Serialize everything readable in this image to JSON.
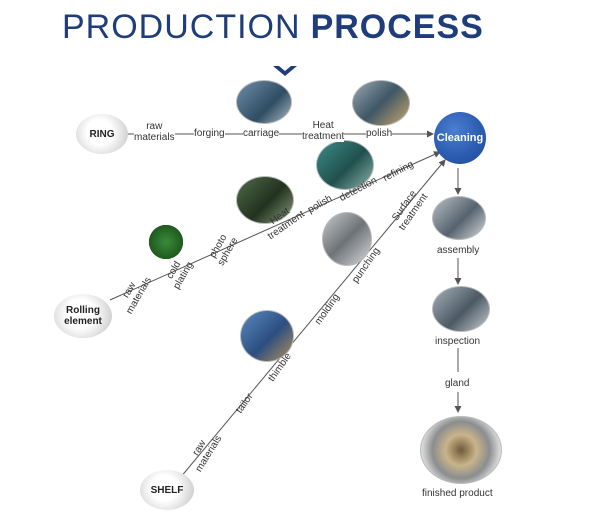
{
  "title": {
    "part1": "PRODUCTION",
    "part2": "PROCESS"
  },
  "colors": {
    "title": "#1f3d7a",
    "cleaning": "#2c5db0",
    "line": "#555555"
  },
  "icons": [
    "chevron-down-icon"
  ],
  "sources": {
    "ring": "RING",
    "rolling": "Rolling\nelement",
    "shelf": "SHELF"
  },
  "hub": "Cleaning",
  "ring_path": [
    "raw\nmaterials",
    "forging",
    "carriage",
    "Heat\ntreatment",
    "polish"
  ],
  "rolling_path": [
    "raw\nmaterials",
    "cold\nplating",
    "photo\nsphere",
    "Heat\ntreatment",
    "polish",
    "detection",
    "refining"
  ],
  "shelf_path": [
    "raw\nmaterials",
    "tailor",
    "thimble",
    "molding",
    "punching",
    "Surface\ntreatment"
  ],
  "final_path": [
    "assembly",
    "inspection",
    "gland",
    "finished product"
  ]
}
